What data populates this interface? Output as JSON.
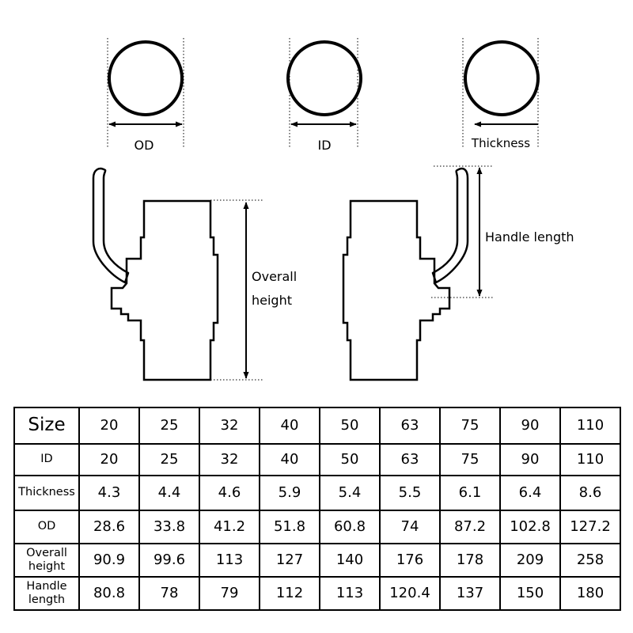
{
  "labels": {
    "od": "OD",
    "id": "ID",
    "thickness": "Thickness",
    "overall_height_line1": "Overall",
    "overall_height_line2": "height",
    "handle_length": "Handle length"
  },
  "table": {
    "rows": [
      {
        "key": "size",
        "label": [
          "Size"
        ],
        "values": [
          "20",
          "25",
          "32",
          "40",
          "50",
          "63",
          "75",
          "90",
          "110"
        ]
      },
      {
        "key": "id",
        "label": [
          "ID"
        ],
        "values": [
          "20",
          "25",
          "32",
          "40",
          "50",
          "63",
          "75",
          "90",
          "110"
        ]
      },
      {
        "key": "thickness",
        "label": [
          "Thickness"
        ],
        "values": [
          "4.3",
          "4.4",
          "4.6",
          "5.9",
          "5.4",
          "5.5",
          "6.1",
          "6.4",
          "8.6"
        ]
      },
      {
        "key": "od",
        "label": [
          "OD"
        ],
        "values": [
          "28.6",
          "33.8",
          "41.2",
          "51.8",
          "60.8",
          "74",
          "87.2",
          "102.8",
          "127.2"
        ]
      },
      {
        "key": "overall-height",
        "label": [
          "Overall",
          "height"
        ],
        "values": [
          "90.9",
          "99.6",
          "113",
          "127",
          "140",
          "176",
          "178",
          "209",
          "258"
        ]
      },
      {
        "key": "handle-length",
        "label": [
          "Handle",
          "length"
        ],
        "values": [
          "80.8",
          "78",
          "79",
          "112",
          "113",
          "120.4",
          "137",
          "150",
          "180"
        ]
      }
    ]
  }
}
